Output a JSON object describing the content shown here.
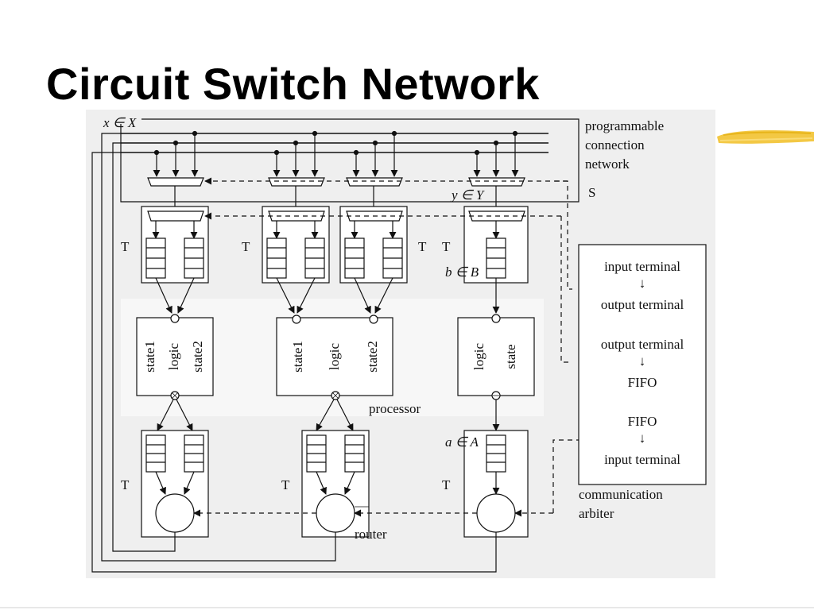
{
  "slide": {
    "title": "Circuit Switch Network"
  },
  "diagram": {
    "labels": {
      "x_in_X": "x ∈ X",
      "y_in_Y": "y ∈ Y",
      "b_in_B": "b ∈ B",
      "a_in_A": "a ∈ A",
      "programmable": "programmable",
      "connection": "connection",
      "network": "network",
      "S": "S",
      "T": "T",
      "processor": "processor",
      "router": "router",
      "communication": "communication",
      "arbiter": "arbiter",
      "state1": "state1",
      "state2": "state2",
      "logic": "logic",
      "state": "state",
      "input_terminal": "input terminal",
      "output_terminal": "output terminal",
      "fifo": "FIFO",
      "down_arrow": "↓"
    }
  },
  "colors": {
    "figure_background": "#efefef",
    "line": "#111111",
    "box_fill": "#ffffff",
    "brush_accent": "#f2c230"
  }
}
